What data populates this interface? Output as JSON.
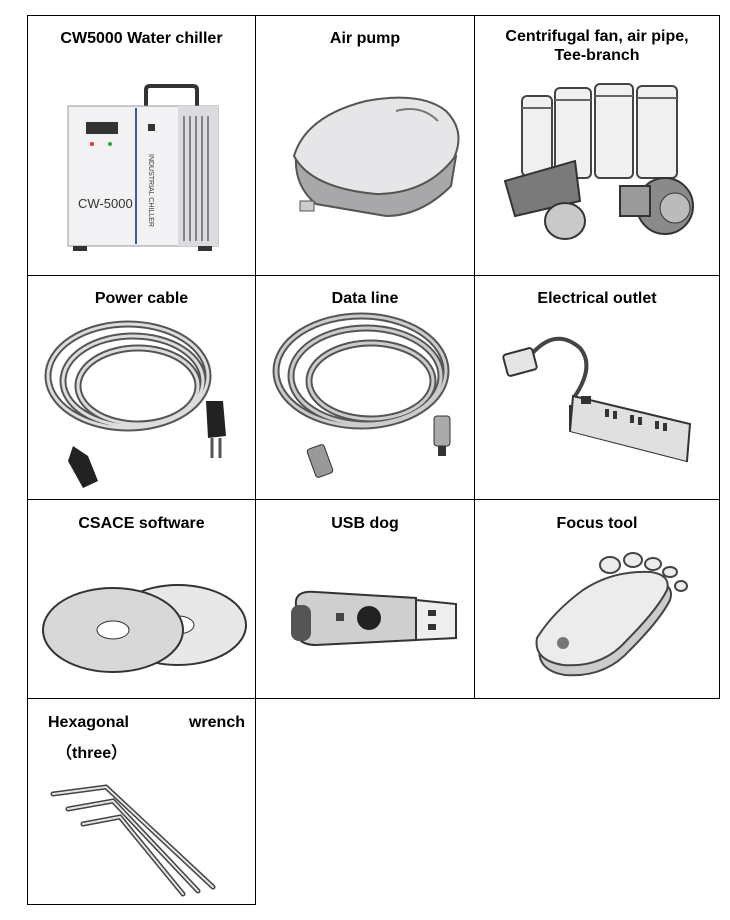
{
  "items": [
    {
      "label": "CW5000 Water chiller",
      "model_text": "CW-5000",
      "side_text": "INDUSTRIAL CHILLER",
      "icon": "water-chiller"
    },
    {
      "label": "Air pump",
      "icon": "air-pump"
    },
    {
      "label": "Centrifugal fan, air pipe,\nTee-branch",
      "icon": "fan-and-pipes"
    },
    {
      "label": "Power cable",
      "icon": "power-cable"
    },
    {
      "label": "Data line",
      "icon": "data-cable"
    },
    {
      "label": "Electrical outlet",
      "icon": "power-strip"
    },
    {
      "label": "CSACE software",
      "icon": "cd-discs"
    },
    {
      "label": "USB dog",
      "icon": "usb-dongle"
    },
    {
      "label": "Focus tool",
      "icon": "focus-tool-foot"
    },
    {
      "label_line1": "Hexagonal        wrench",
      "label_line2": "（three）",
      "icon": "hex-wrenches"
    }
  ]
}
